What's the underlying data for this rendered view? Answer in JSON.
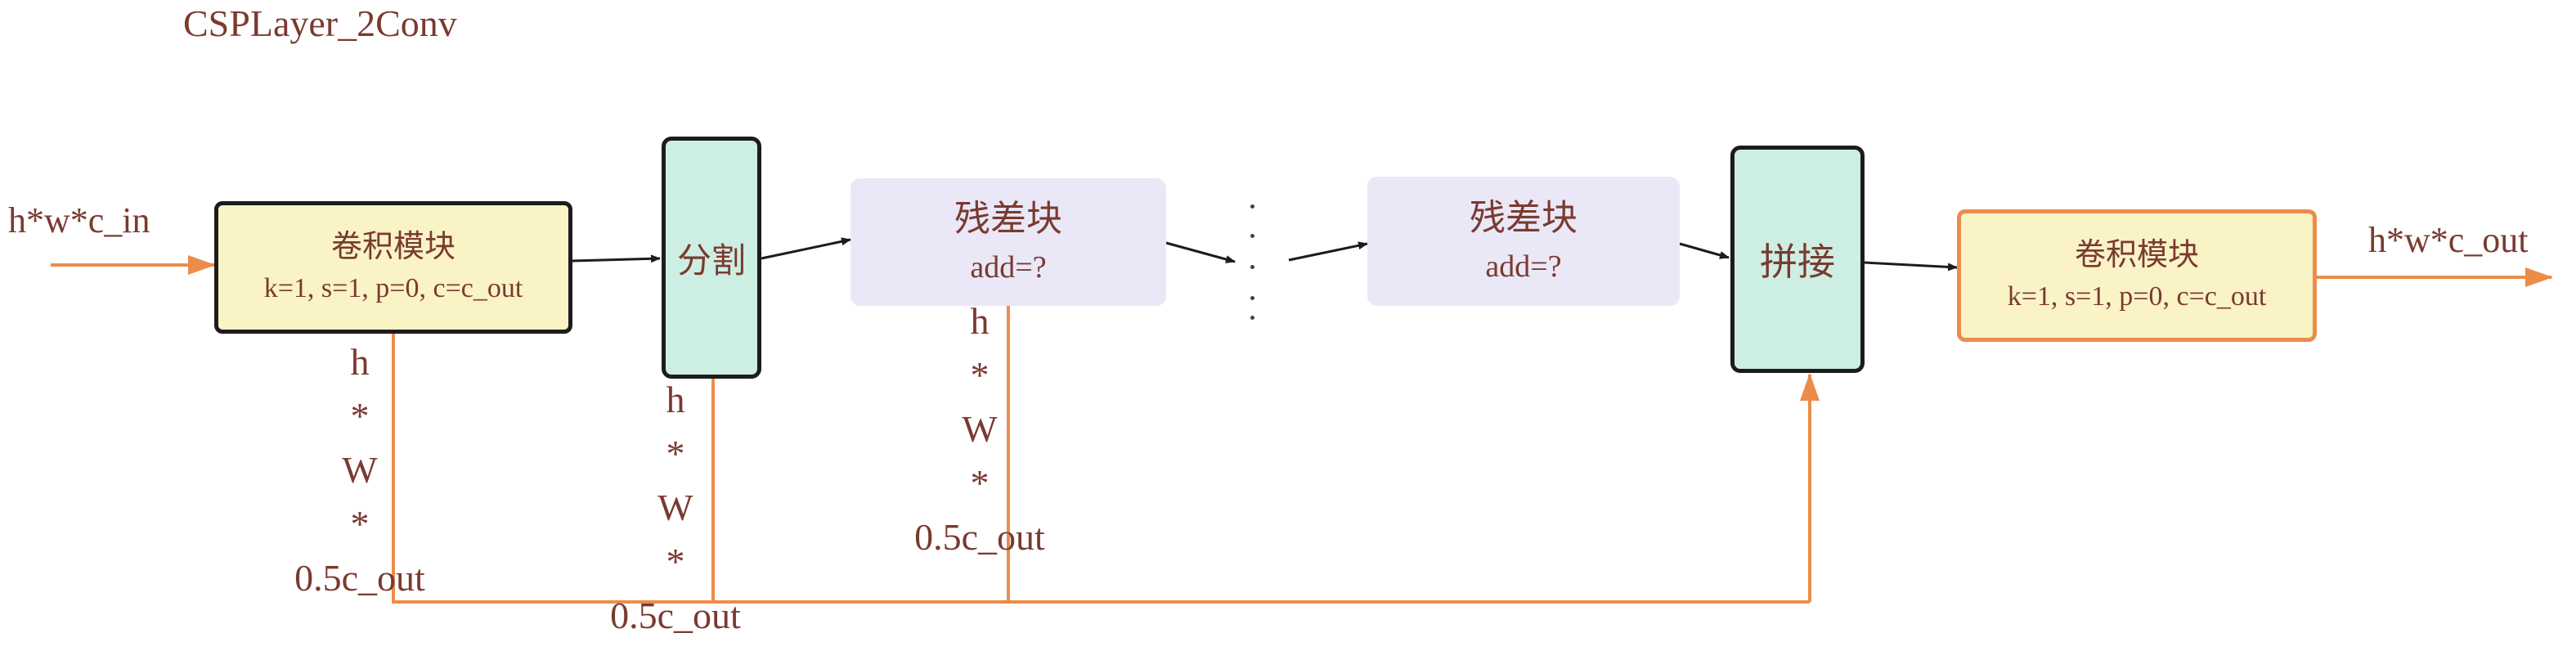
{
  "title": "CSPLayer_2Conv",
  "input_label": "h*w*c_in",
  "output_label": "h*w*c_out",
  "conv_block_in": {
    "name": "卷积模块",
    "params": "k=1, s=1, p=0, c=c_out"
  },
  "split_block": {
    "name": "分割"
  },
  "residual_blocks": [
    {
      "name": "残差块",
      "add": "add=?"
    },
    {
      "name": "残差块",
      "add": "add=?"
    }
  ],
  "concat_block": {
    "name": "拼接"
  },
  "conv_block_out": {
    "name": "卷积模块",
    "params": "k=1, s=1, p=0, c=c_out"
  },
  "branch_dims": [
    {
      "lines": [
        "h",
        "*",
        "W",
        "*",
        "0.5c_out"
      ]
    },
    {
      "lines": [
        "h",
        "*",
        "W",
        "*",
        "0.5c_out"
      ]
    },
    {
      "lines": [
        "h",
        "*",
        "W",
        "*",
        "0.5c_out"
      ]
    }
  ],
  "colors": {
    "text": "#7a3a30",
    "orange_path": "#ec8c4b",
    "conv_fill": "#f9f3c6",
    "split_concat_fill": "#cdeee3",
    "residual_fill": "#eae8f7",
    "dark_arrow": "#1c1c1c"
  }
}
